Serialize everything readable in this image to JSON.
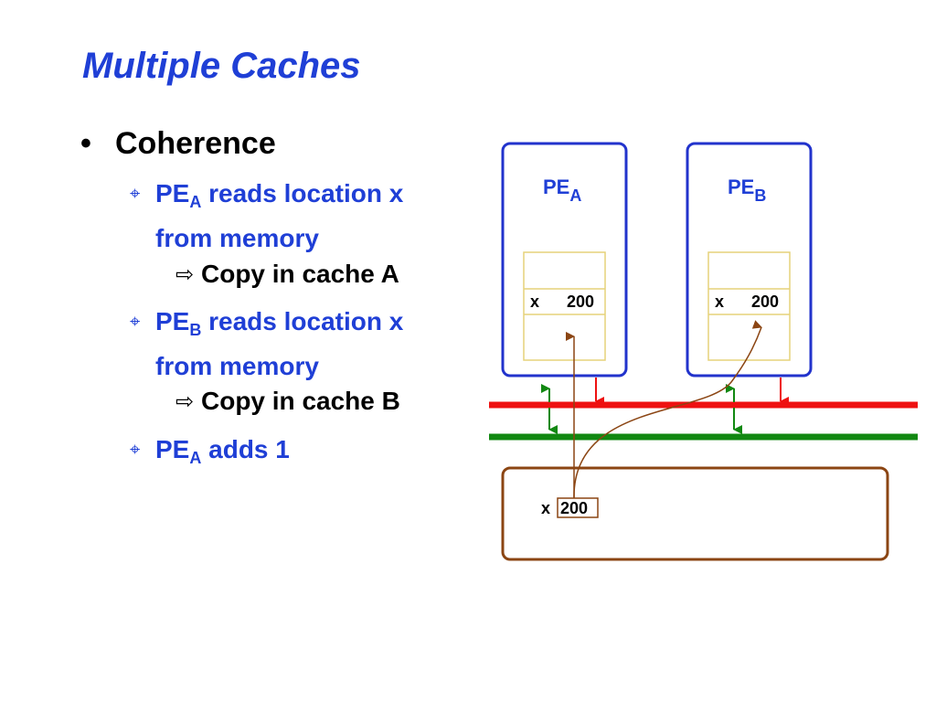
{
  "slide": {
    "title": "Multiple Caches",
    "bullet": "Coherence",
    "items": [
      {
        "pe": "PE",
        "sub": "A",
        "text": " reads location x",
        "cont": "from memory"
      },
      {
        "copy": "Copy in cache A"
      },
      {
        "pe": "PE",
        "sub": "B",
        "text": " reads location x",
        "cont": "from memory"
      },
      {
        "copy": "Copy in cache B"
      },
      {
        "pe": "PE",
        "sub": "A",
        "text": " adds 1"
      }
    ]
  },
  "diagram": {
    "pe_a": {
      "label": "PE",
      "sub": "A",
      "var": "x",
      "value": "200"
    },
    "pe_b": {
      "label": "PE",
      "sub": "B",
      "var": "x",
      "value": "200"
    },
    "memory": {
      "var": "x",
      "value": "200"
    },
    "colors": {
      "pe_border": "#2233cc",
      "cache_border": "#e6d27a",
      "bus_red": "#ee1111",
      "bus_green": "#118811",
      "memory_border": "#8b4513",
      "arrow_brown": "#8b4513",
      "text_blue": "#1f3fd6"
    }
  }
}
